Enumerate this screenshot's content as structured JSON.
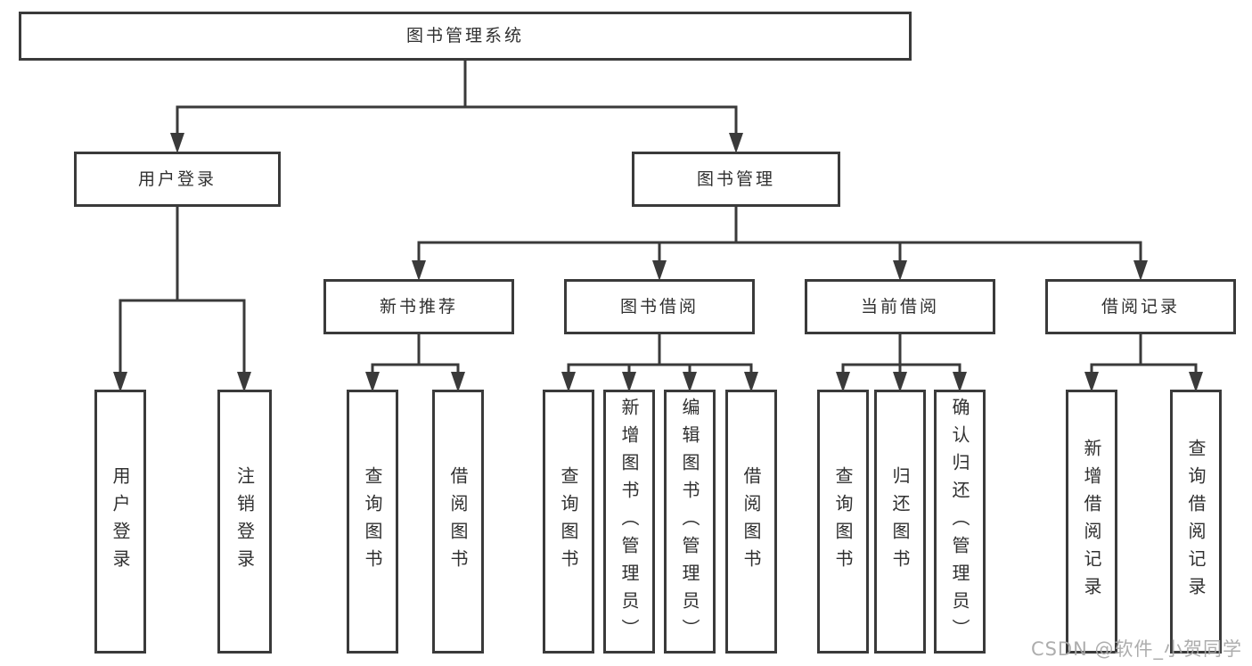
{
  "diagram_title": "图书管理系统",
  "tree": {
    "root": {
      "label": "图书管理系统"
    },
    "branches": [
      {
        "label": "用户登录",
        "children": [
          {
            "label": "用户登录"
          },
          {
            "label": "注销登录"
          }
        ]
      },
      {
        "label": "图书管理",
        "children": [
          {
            "label": "新书推荐",
            "children": [
              {
                "label": "查询图书"
              },
              {
                "label": "借阅图书"
              }
            ]
          },
          {
            "label": "图书借阅",
            "children": [
              {
                "label": "查询图书"
              },
              {
                "label": "新增图书（管理员）"
              },
              {
                "label": "编辑图书（管理员）"
              },
              {
                "label": "借阅图书"
              }
            ]
          },
          {
            "label": "当前借阅",
            "children": [
              {
                "label": "查询图书"
              },
              {
                "label": "归还图书"
              },
              {
                "label": "确认归还（管理员）"
              }
            ]
          },
          {
            "label": "借阅记录",
            "children": [
              {
                "label": "新增借阅记录"
              },
              {
                "label": "查询借阅记录"
              }
            ]
          }
        ]
      }
    ]
  },
  "watermark": {
    "text": "CSDN @软件_小贺同学",
    "color": "#a6a6a6"
  },
  "colors": {
    "line": "#3a3a3a",
    "box_border": "#3a3a3a",
    "box_fill": "#ffffff",
    "text": "#303030",
    "background": "#ffffff"
  }
}
